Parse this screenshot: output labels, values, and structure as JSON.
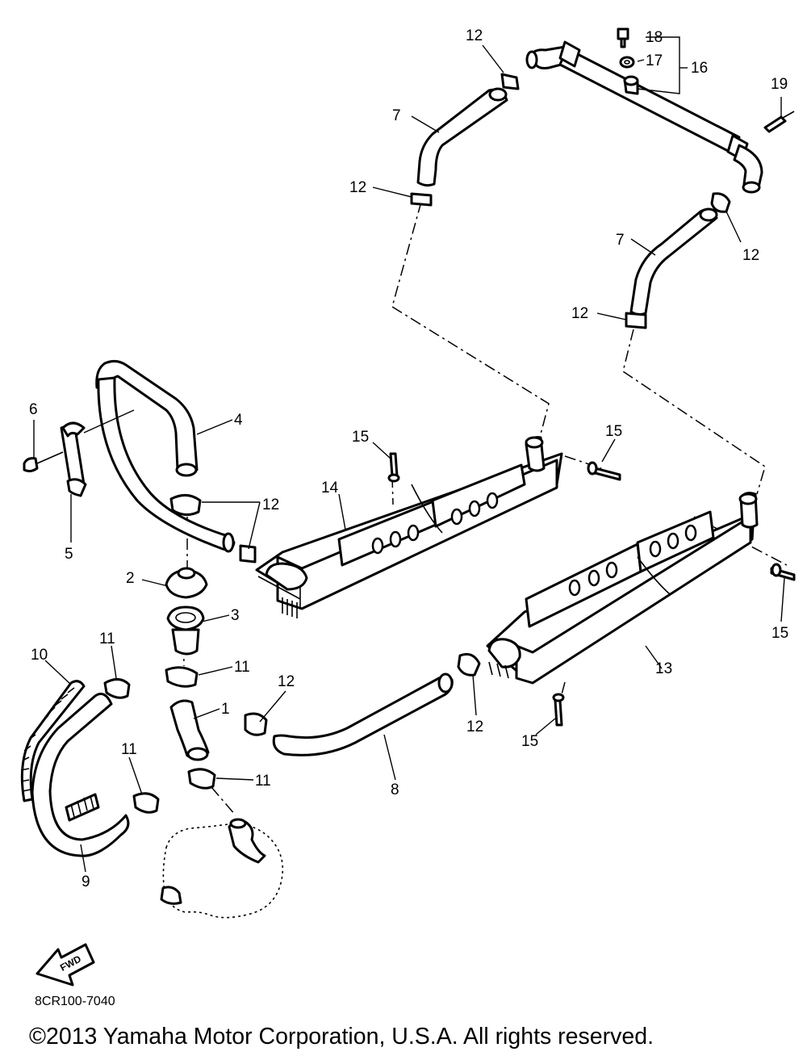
{
  "callouts": {
    "c1": "1",
    "c2": "2",
    "c3": "3",
    "c4": "4",
    "c5": "5",
    "c6": "6",
    "c7a": "7",
    "c7b": "7",
    "c8": "8",
    "c9": "9",
    "c10": "10",
    "c11a": "11",
    "c11b": "11",
    "c11c": "11",
    "c11d": "11",
    "c12a": "12",
    "c12b": "12",
    "c12c": "12",
    "c12d": "12",
    "c12e": "12",
    "c12f": "12",
    "c12g": "12",
    "c13": "13",
    "c14": "14",
    "c15a": "15",
    "c15b": "15",
    "c15c": "15",
    "c15d": "15",
    "c16": "16",
    "c17": "17",
    "c18": "18",
    "c19": "19"
  },
  "fwd_arrow_text": "FWD",
  "drawing_code": "8CR100-7040",
  "copyright": "©2013 Yamaha Motor Corporation, U.S.A. All rights reserved."
}
